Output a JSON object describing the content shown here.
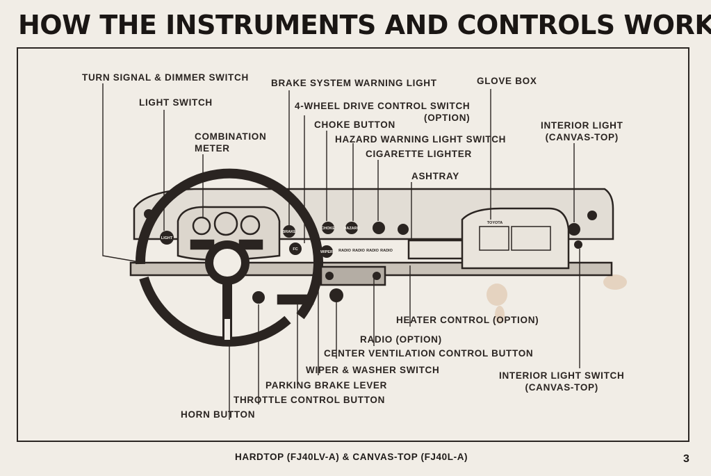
{
  "page": {
    "title": "HOW THE INSTRUMENTS AND CONTROLS WORK",
    "caption": "HARDTOP (FJ40LV-A) & CANVAS-TOP (FJ40L-A)",
    "page_number": "3"
  },
  "labels": {
    "turn_signal": "TURN SIGNAL & DIMMER SWITCH",
    "light_switch": "LIGHT SWITCH",
    "combination_meter": [
      "COMBINATION",
      "METER"
    ],
    "brake_warning": "BRAKE SYSTEM WARNING LIGHT",
    "glove_box": "GLOVE BOX",
    "four_wd": [
      "4-WHEEL DRIVE CONTROL SWITCH",
      "(OPTION)"
    ],
    "choke": "CHOKE BUTTON",
    "hazard": "HAZARD WARNING LIGHT SWITCH",
    "cigarette": "CIGARETTE LIGHTER",
    "ashtray": "ASHTRAY",
    "interior_light": [
      "INTERIOR LIGHT",
      "(CANVAS-TOP)"
    ],
    "heater": "HEATER CONTROL (OPTION)",
    "radio": "RADIO (OPTION)",
    "center_vent": "CENTER VENTILATION CONTROL BUTTON",
    "wiper": "WIPER & WASHER SWITCH",
    "interior_light_switch": [
      "INTERIOR LIGHT SWITCH",
      "(CANVAS-TOP)"
    ],
    "parking_brake": "PARKING BRAKE LEVER",
    "throttle": "THROTTLE CONTROL BUTTON",
    "horn": "HORN BUTTON"
  },
  "dash": {
    "light_knob": "LIGHT",
    "brake_knob": "BRAKE",
    "fc_knob": "FC",
    "wiper_knob": "WIPER",
    "choke_knob": "CHOKE",
    "hazard_knob": "HAZARD",
    "radio_buttons": [
      "RADIO",
      "RADIO",
      "RADIO",
      "RADIO"
    ],
    "glove_badge": "TOYOTA"
  },
  "colors": {
    "ink": "#2a2421",
    "paper": "#f1ede6",
    "stain": "#c4864e"
  }
}
